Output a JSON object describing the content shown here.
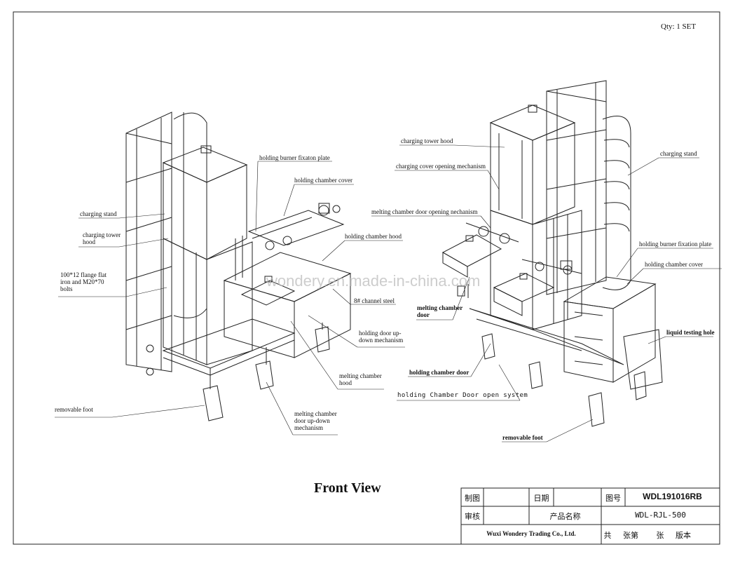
{
  "header": {
    "qty": "Qty: 1 SET"
  },
  "title": "Front View",
  "watermark": "wondery.en.made-in-china.com",
  "left_view": {
    "labels": {
      "charging_stand": "charging stand",
      "charging_tower_hood": "charging tower\nhood",
      "flange": "100*12 flange flat\niron and M20*70\nbolts",
      "removable_foot": "removable foot",
      "holding_burner_fixaton_plate": "holding burner fixaton plate",
      "holding_chamber_cover": "holding chamber cover",
      "holding_chamber_hood": "holding chamber hood",
      "channel_steel": "8# channel steel",
      "holding_door_up_down": "holding door up-\ndown mechanism",
      "melting_chamber_hood": "melting chamber\nhood",
      "melting_chamber_door_up_down": "melting chamber\ndoor up-down\nmechanism"
    }
  },
  "right_view": {
    "labels": {
      "charging_tower_hood": "charging tower hood",
      "charging_cover_opening": "charging cover opening mechanism",
      "melting_chamber_door_opening": "melting chamber door opening nechanism",
      "melting_chamber_door": "melting chamber\ndoor",
      "holding_chamber_door": "holding chamber door",
      "holding_chamber_door_open_system": "holding Chamber Door open system",
      "removable_foot": "removable foot",
      "charging_stand": "charging stand",
      "holding_burner_fixation_plate": "holding burner fixation plate",
      "holding_chamber_cover": "holding chamber cover",
      "liquid_testing_hole": "liquid testing hole"
    }
  },
  "title_block": {
    "drawn_by_label": "制图",
    "date_label": "日期",
    "drawing_no_label": "图号",
    "drawing_no": "WDL191016RB",
    "checked_label": "审核",
    "product_name_label": "产品名称",
    "model": "WDL-RJL-500",
    "company": "Wuxi Wondery Trading Co., Ltd.",
    "sheet_total": "共",
    "sheet_word": "张第",
    "sheet_word2": "张",
    "version": "版本"
  }
}
